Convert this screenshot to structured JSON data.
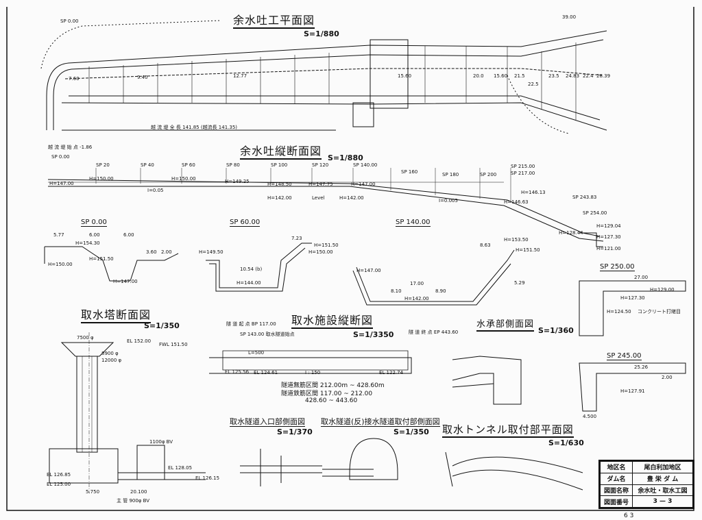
{
  "drawing": {
    "plan": {
      "title": "余水吐工平面図",
      "scale": "S=1/880",
      "sp_start": "SP 0.00",
      "total_length": "越 流 堤 全 長 141.85 (越流長 141.35)",
      "right_width": "39.00",
      "dims": [
        "7.60",
        "9.40",
        "12.77",
        "15.60",
        "20.0",
        "15.60",
        "21.5",
        "22.5",
        "23.5",
        "24.83",
        "22.4",
        "28.39"
      ]
    },
    "profile": {
      "title": "余水吐縦断面図",
      "scale": "S=1/880",
      "note": "越 流 堤 始 点 -1.86",
      "stations": [
        "SP 0.00",
        "SP 20",
        "SP 40",
        "SP 60",
        "SP 80",
        "SP 100",
        "SP 120",
        "SP 140.00",
        "SP 160",
        "SP 180",
        "SP 200",
        "SP 215.00",
        "SP 217.00",
        "SP 243.83",
        "SP 254.00"
      ],
      "elevations": [
        "H=147.00",
        "H=150.00",
        "H=150.00",
        "H=149.25",
        "H=148.50",
        "H=147.75",
        "H=147.00",
        "H=142.00",
        "H=142.00",
        "H=146.13",
        "H=146.63",
        "H=129.04",
        "H=127.30",
        "H=128.44",
        "H=121.00"
      ],
      "slopes": [
        "I=0.05",
        "I=0.005",
        "Level"
      ]
    },
    "sections": [
      {
        "title": "SP 0.00",
        "labels": [
          "5.77",
          "6.00",
          "6.00",
          "H=154.30",
          "H=151.50",
          "H=150.00",
          "H=147.00",
          "3.60",
          "2.00"
        ]
      },
      {
        "title": "SP 60.00",
        "labels": [
          "7.23",
          "H=151.50",
          "H=150.00",
          "H=149.50",
          "10.54 (b)",
          "H=144.00"
        ]
      },
      {
        "title": "SP 140.00",
        "labels": [
          "8.63",
          "H=153.50",
          "H=151.50",
          "H=147.00",
          "17.00",
          "8.10",
          "8.90",
          "H=142.00",
          "5.29"
        ]
      },
      {
        "title": "SP 250.00",
        "labels": [
          "27.00",
          "H=127.30",
          "H=129.00",
          "H=124.50",
          "コンクリート打継目"
        ]
      },
      {
        "title": "SP 245.00",
        "labels": [
          "25.26",
          "2.00",
          "H=127.91",
          "4.500"
        ]
      }
    ],
    "tower": {
      "title": "取水塔断面図",
      "scale": "S=1/350",
      "labels": [
        "7500 φ",
        "EL 152.00",
        "FWL 151.50",
        "8900 φ",
        "12000 φ",
        "EL 126.85",
        "EL 125.00",
        "5.750",
        "20.100",
        "主 管 900φ BV",
        "1100φ BV",
        "EL 128.05",
        "EL 126.15"
      ]
    },
    "facility": {
      "title": "取水施設縦断図",
      "scale": "S=1/3350",
      "labels": [
        "隧 道 起 点 BP 117.00",
        "SP 143.00 取水隧道始点",
        "隧 道 終 点 EP 443.60",
        "L=500",
        "EL 125.56",
        "EL 124.61",
        "I : 150",
        "EL 122.74",
        "隧道無筋区間 212.00m ~ 428.60m",
        "隧道鉄筋区間 117.00 ~ 212.00",
        "428.60 ~ 443.60"
      ]
    },
    "receiving": {
      "title": "水承部側面図",
      "scale": "S=1/360"
    },
    "inlet": {
      "title": "取水隧道入口部側面図",
      "scale": "S=1/370"
    },
    "junction": {
      "title": "取水隧道(反)接水隧道取付部側面図",
      "scale": "S=1/350"
    },
    "tunnel_plan": {
      "title": "取水トンネル取付部平面図",
      "scale": "S=1/630"
    }
  },
  "title_block": {
    "rows": [
      {
        "key": "地区名",
        "value": "尾白利加地区"
      },
      {
        "key": "ダム名",
        "value": "豊 栄 ダ ム"
      },
      {
        "key": "図面名称",
        "value": "余水吐・取水工図"
      },
      {
        "key": "図面番号",
        "value": "3 — 3"
      }
    ]
  },
  "page_number": "6 3"
}
